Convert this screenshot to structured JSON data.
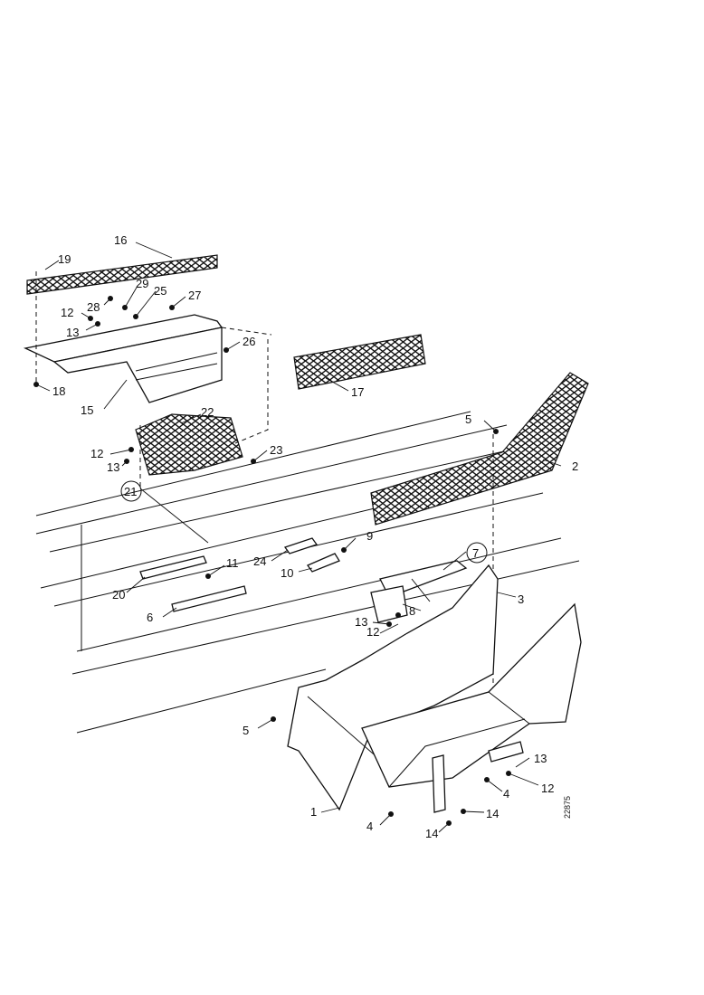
{
  "callouts": {
    "c1": "1",
    "c2": "2",
    "c3": "3",
    "c4a": "4",
    "c4b": "4",
    "c5a": "5",
    "c5b": "5",
    "c6": "6",
    "c7": "7",
    "c8": "8",
    "c9": "9",
    "c10": "10",
    "c11": "11",
    "c12a": "12",
    "c12b": "12",
    "c12c": "12",
    "c12d": "12",
    "c13a": "13",
    "c13b": "13",
    "c13c": "13",
    "c13d": "13",
    "c14a": "14",
    "c14b": "14",
    "c15": "15",
    "c16": "16",
    "c17": "17",
    "c18": "18",
    "c19": "19",
    "c20": "20",
    "c21": "21",
    "c22": "22",
    "c23": "23",
    "c24": "24",
    "c25": "25",
    "c26": "26",
    "c27": "27",
    "c28": "28",
    "c29": "29"
  },
  "reference_number": "22875"
}
